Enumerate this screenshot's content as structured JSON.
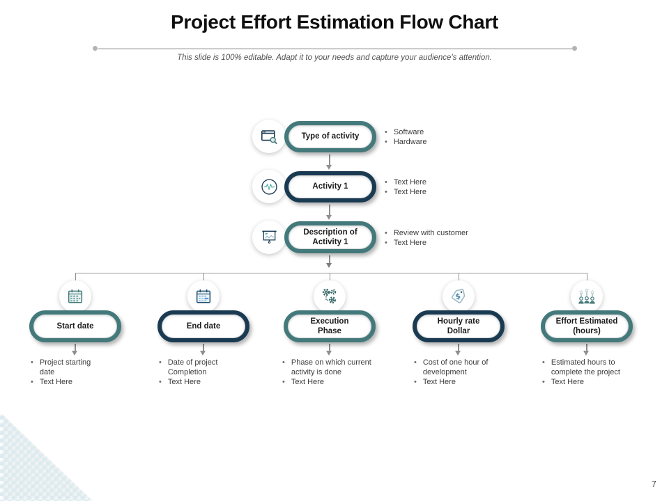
{
  "slide": {
    "title": "Project Effort Estimation Flow Chart",
    "subtitle": "This slide is 100% editable. Adapt it to your needs and capture your audience's attention.",
    "page_number": "7"
  },
  "colors": {
    "teal": "#44797B",
    "navy": "#1A3A52",
    "connector": "#8f8f8f",
    "bullet_text": "#3d3d3d"
  },
  "top_flow": {
    "nodes": [
      {
        "label": "Type of activity",
        "icon": "browser-search-icon",
        "border_color": "teal",
        "bullets": [
          "Software",
          "Hardware"
        ]
      },
      {
        "label": "Activity 1",
        "icon": "pulse-circle-icon",
        "border_color": "navy",
        "bullets": [
          "Text Here",
          "Text Here"
        ]
      },
      {
        "label": "Description of\nActivity 1",
        "icon": "presentation-chart-icon",
        "border_color": "teal",
        "bullets": [
          "Review with customer",
          "Text Here"
        ]
      }
    ]
  },
  "bottom_flow": {
    "nodes": [
      {
        "label": "Start date",
        "icon": "calendar-teal-icon",
        "border_color": "teal",
        "bullets": [
          "Project starting\ndate",
          "Text Here"
        ]
      },
      {
        "label": "End date",
        "icon": "calendar-blue-icon",
        "border_color": "navy",
        "bullets": [
          "Date of project\nCompletion",
          "Text Here"
        ]
      },
      {
        "label": "Execution\nPhase",
        "icon": "gears-icon",
        "border_color": "teal",
        "bullets": [
          "Phase on which current\nactivity is done",
          "Text Here"
        ]
      },
      {
        "label": "Hourly rate\nDollar",
        "icon": "price-tag-icon",
        "border_color": "navy",
        "bullets": [
          "Cost of one hour of\ndevelopment",
          "Text Here"
        ]
      },
      {
        "label": "Effort Estimated\n(hours)",
        "icon": "team-stars-icon",
        "border_color": "teal",
        "bullets": [
          "Estimated hours to\ncomplete the project",
          "Text Here"
        ]
      }
    ]
  },
  "bullet_marker": "•"
}
